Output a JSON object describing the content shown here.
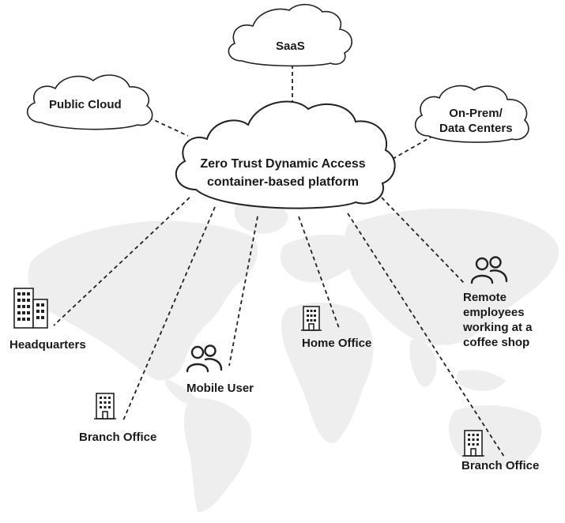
{
  "clouds": {
    "saas": "SaaS",
    "public_cloud": "Public Cloud",
    "on_prem_line1": "On-Prem/",
    "on_prem_line2": "Data Centers",
    "main_line1": "Zero Trust Dynamic Access",
    "main_line2": "container-based platform"
  },
  "sites": {
    "headquarters": "Headquarters",
    "branch_office_left": "Branch Office",
    "mobile_user": "Mobile User",
    "home_office": "Home Office",
    "remote_line1": "Remote",
    "remote_line2": "employees",
    "remote_line3": "working at a",
    "remote_line4": "coffee shop",
    "branch_office_right": "Branch Office"
  },
  "icons": {
    "headquarters": "office-tower-icon",
    "branch_office_left": "building-icon",
    "mobile_user": "users-icon",
    "home_office": "building-icon",
    "remote": "users-icon",
    "branch_office_right": "building-icon"
  },
  "colors": {
    "line": "#222222",
    "map": "#eeeeee",
    "text": "#1a1a1a"
  }
}
